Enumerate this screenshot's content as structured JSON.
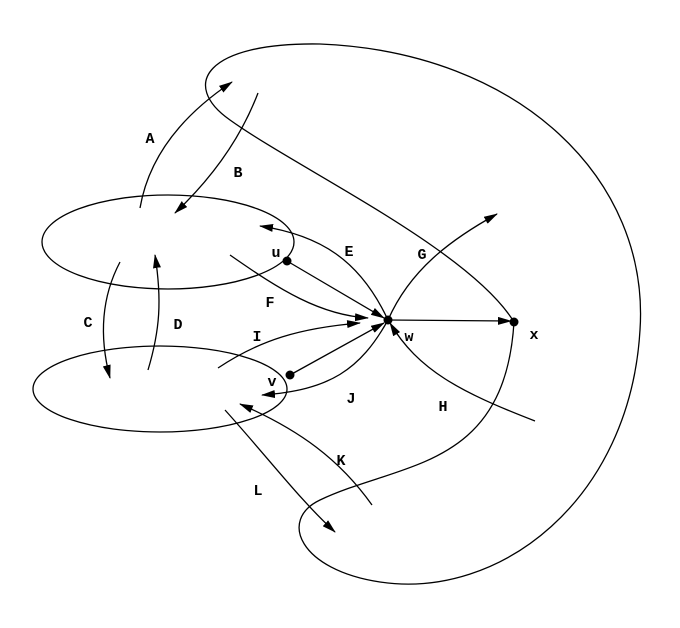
{
  "edge_labels": {
    "A": "A",
    "B": "B",
    "C": "C",
    "D": "D",
    "E": "E",
    "F": "F",
    "G": "G",
    "H": "H",
    "I": "I",
    "J": "J",
    "K": "K",
    "L": "L"
  },
  "node_labels": {
    "u": "u",
    "v": "v",
    "w": "w",
    "x": "x"
  },
  "colors": {
    "stroke": "#000000",
    "background": "#ffffff"
  }
}
